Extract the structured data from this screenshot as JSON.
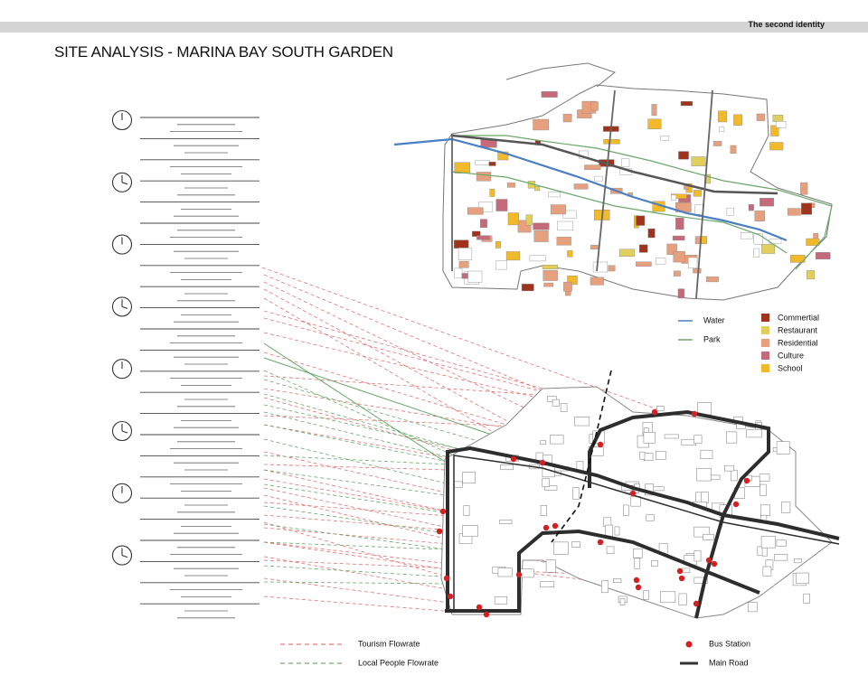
{
  "header": {
    "tag": "The second identity",
    "title": "SITE ANALYSIS - MARINA BAY SOUTH GARDEN"
  },
  "timeline": {
    "clocks": [
      "clock-12",
      "clock-15",
      "clock-12",
      "clock-16",
      "clock-12",
      "clock-17",
      "clock-12",
      "clock-16"
    ]
  },
  "map_legend": {
    "lines": [
      {
        "label": "Water",
        "color": "#4a7fc1"
      },
      {
        "label": "Park",
        "color": "#6aa86a"
      }
    ],
    "areas": [
      {
        "label": "Commertial",
        "color": "#a0331c"
      },
      {
        "label": "Restaurant",
        "color": "#e0cf5a"
      },
      {
        "label": "Residential",
        "color": "#e7a07e"
      },
      {
        "label": "Culture",
        "color": "#c46a7a"
      },
      {
        "label": "School",
        "color": "#f2b92b"
      }
    ]
  },
  "flow_legend": {
    "tourism": {
      "label": "Tourism Flowrate",
      "color": "#e05a5a"
    },
    "local": {
      "label": "Local People Flowrate",
      "color": "#4e9a4e"
    },
    "bus": {
      "label": "Bus Station",
      "color": "#d42020"
    },
    "road": {
      "label": "Main Road",
      "color": "#333333"
    }
  }
}
